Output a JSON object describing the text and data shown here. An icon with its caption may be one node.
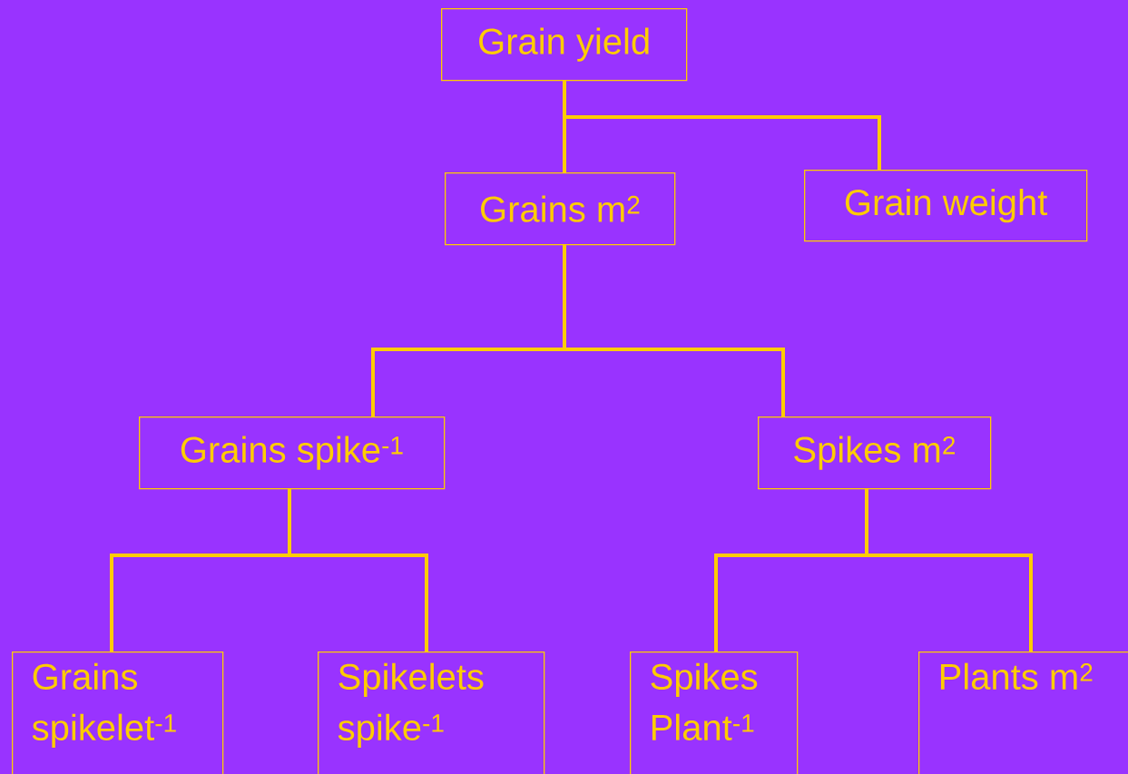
{
  "diagram": {
    "nodes": [
      {
        "text": [
          "Grain yield"
        ]
      },
      {
        "text": [
          "Grains m$^{2}$"
        ]
      },
      {
        "text": [
          "Grain weight"
        ]
      },
      {
        "text": [
          "Grains spike$^{-1}$"
        ]
      },
      {
        "text": [
          "Spikes m$^{2}$"
        ]
      },
      {
        "text": [
          "Grains spikelet$^{-1}$"
        ]
      },
      {
        "text": [
          "Spikelets spike$^{-1}$"
        ]
      },
      {
        "text": [
          "Spikes Plant$^{-1}$"
        ]
      },
      {
        "text": [
          "Plants m$^{2}$"
        ]
      }
    ],
    "edges": [
      {
        "from": 0,
        "to": 1,
        "arrow": "none"
      },
      {
        "from": 0,
        "to": 2,
        "arrow": "none"
      },
      {
        "from": 1,
        "to": 3,
        "arrow": "none"
      },
      {
        "from": 1,
        "to": 4,
        "arrow": "none"
      },
      {
        "from": 3,
        "to": 5,
        "arrow": "none"
      },
      {
        "from": 3,
        "to": 6,
        "arrow": "none"
      },
      {
        "from": 4,
        "to": 7,
        "arrow": "none"
      },
      {
        "from": 4,
        "to": 8,
        "arrow": "none"
      }
    ]
  }
}
